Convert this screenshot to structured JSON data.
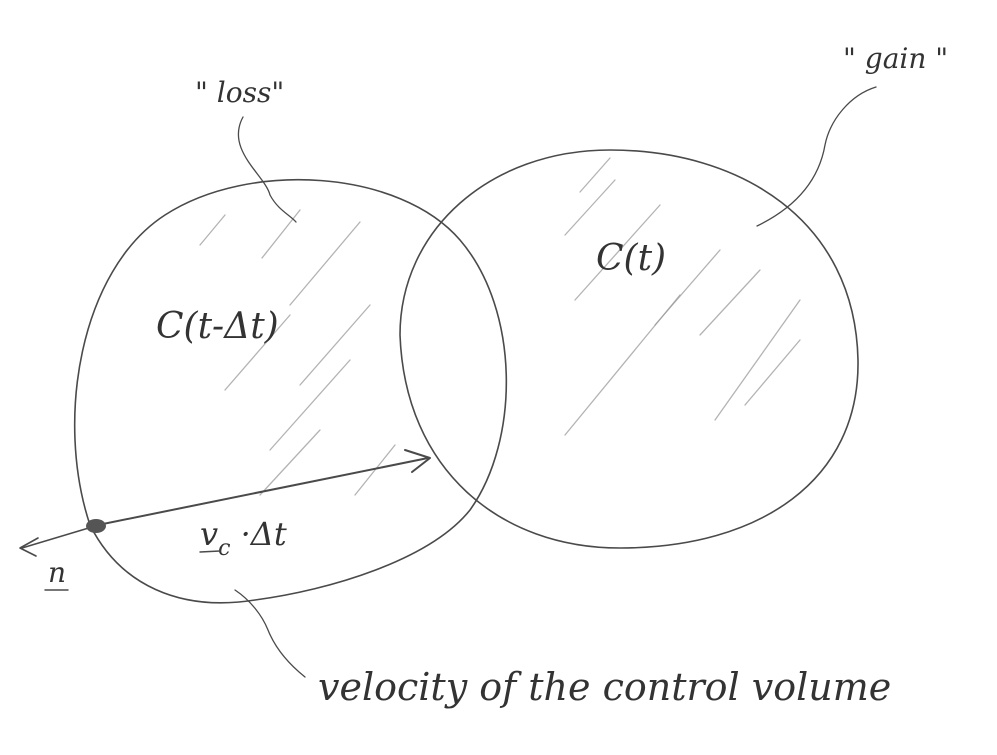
{
  "labels": {
    "loss": "\" loss\"",
    "gain": "\"  gain \"",
    "region_prev": "C(t-Δt)",
    "region_curr": "C(t)",
    "displacement_v": "v",
    "displacement_sub": "c",
    "displacement_rest": " ·Δt",
    "normal": "n",
    "caption": "velocity of the control volume"
  },
  "colors": {
    "pencil": "#4a4a4a",
    "hatch": "#9a9a9a",
    "text": "#333333"
  }
}
